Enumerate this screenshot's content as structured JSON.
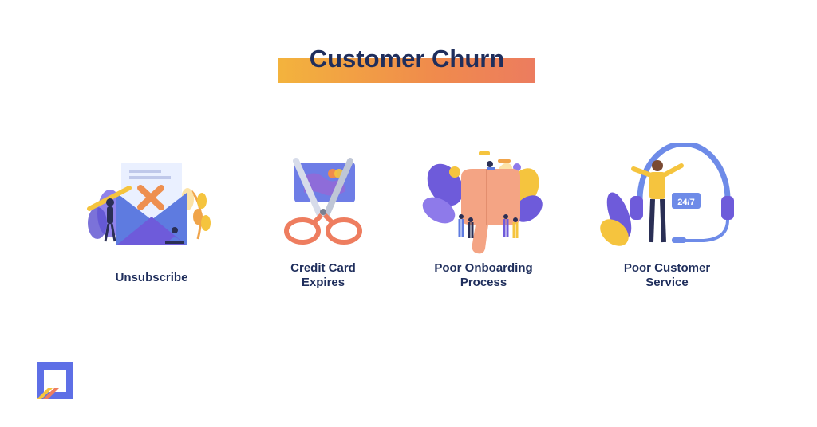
{
  "title": "Customer Churn",
  "items": [
    {
      "label": "Unsubscribe",
      "icon": "unsubscribe-envelope-icon"
    },
    {
      "label": "Credit Card\nExpires",
      "icon": "cut-credit-card-icon"
    },
    {
      "label": "Poor Onboarding\nProcess",
      "icon": "thumbs-down-icon"
    },
    {
      "label": "Poor Customer\nService",
      "icon": "support-headset-icon"
    }
  ],
  "support_badge": "24/7",
  "colors": {
    "title_text": "#1F2E5C",
    "title_gradient_start": "#F3B33D",
    "title_gradient_end": "#EC7C5F",
    "accent_purple": "#6E5BDA",
    "accent_orange": "#EE8F4F",
    "accent_yellow": "#F5C43E"
  }
}
